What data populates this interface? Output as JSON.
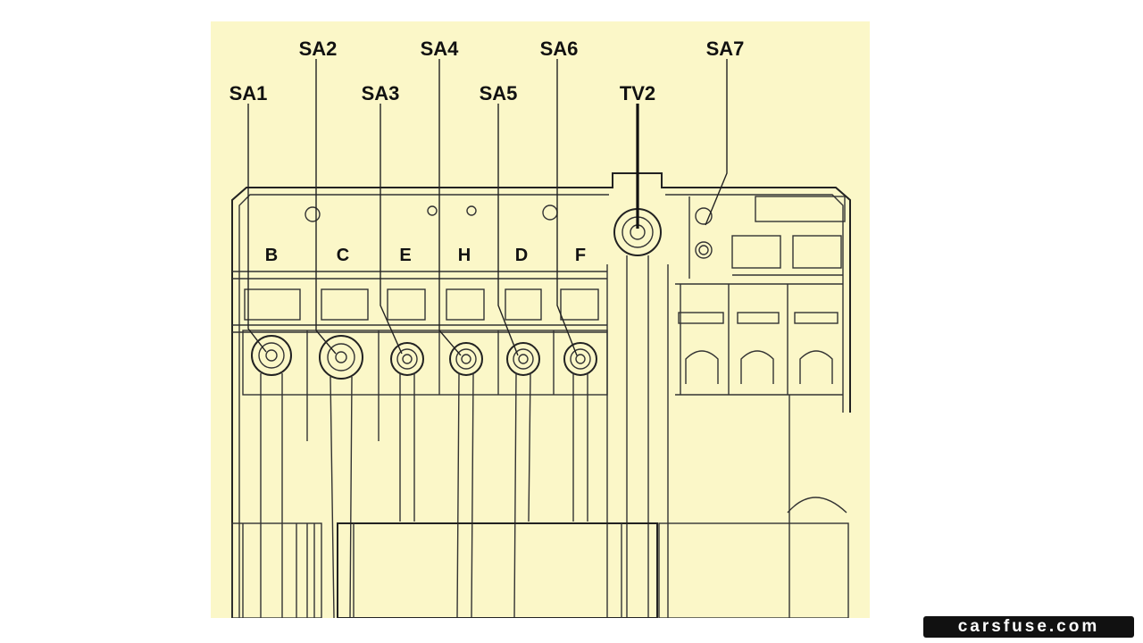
{
  "diagram": {
    "background": "#fbf7c8",
    "ink": "#222222",
    "top_labels": [
      "SA2",
      "SA4",
      "SA6",
      "SA7"
    ],
    "mid_labels": [
      "SA1",
      "SA3",
      "SA5",
      "TV2"
    ],
    "fuse_letters": [
      "B",
      "C",
      "E",
      "H",
      "D",
      "F"
    ]
  },
  "watermark": {
    "text": "carsfuse.com"
  }
}
